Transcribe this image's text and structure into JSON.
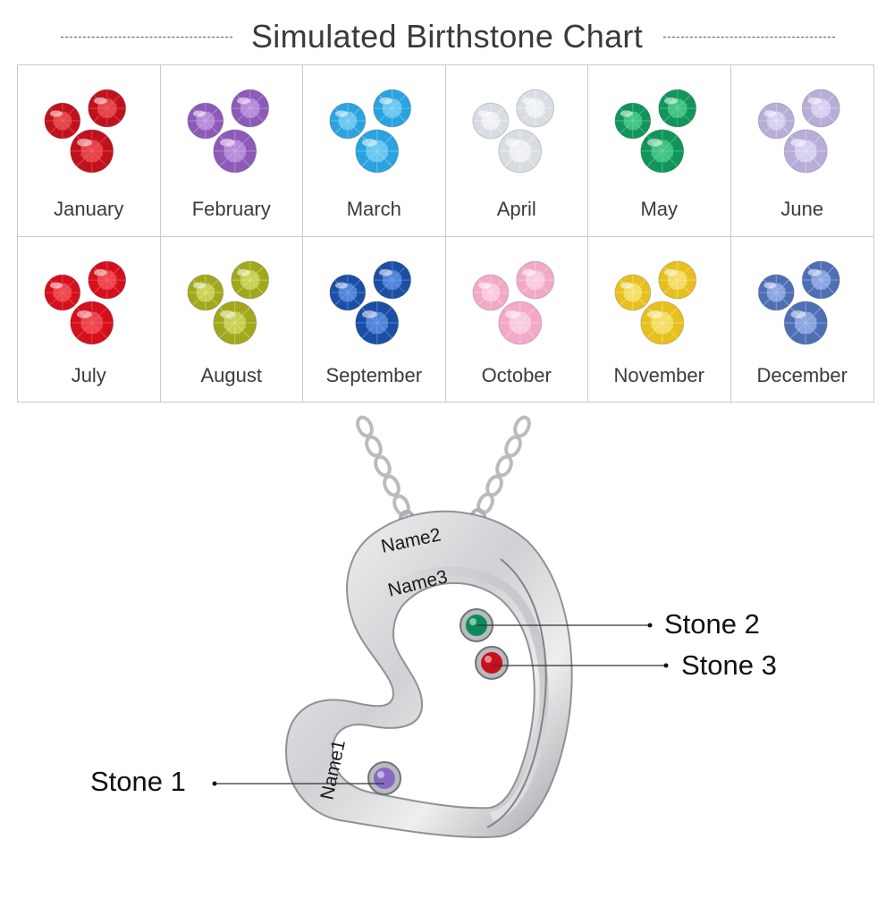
{
  "header": {
    "title": "Simulated Birthstone Chart"
  },
  "months": [
    {
      "label": "January",
      "color": "#c0121d",
      "light": "#ff6d6d"
    },
    {
      "label": "February",
      "color": "#8d5ab8",
      "light": "#d7b7f2"
    },
    {
      "label": "March",
      "color": "#2aa3de",
      "light": "#9fe3ff"
    },
    {
      "label": "April",
      "color": "#d8dde3",
      "light": "#ffffff"
    },
    {
      "label": "May",
      "color": "#11955b",
      "light": "#6fe6a8"
    },
    {
      "label": "June",
      "color": "#b8acd9",
      "light": "#f0ecff"
    },
    {
      "label": "July",
      "color": "#d4101d",
      "light": "#ff7373"
    },
    {
      "label": "August",
      "color": "#a1a81e",
      "light": "#e9ef8a"
    },
    {
      "label": "September",
      "color": "#1c4fa3",
      "light": "#7fb0ff"
    },
    {
      "label": "October",
      "color": "#f2a9c7",
      "light": "#ffe6f1"
    },
    {
      "label": "November",
      "color": "#e7c01f",
      "light": "#fff2a3"
    },
    {
      "label": "December",
      "color": "#4f6fb4",
      "light": "#bcd0ff"
    }
  ],
  "pendant": {
    "engraving_1": "Name1",
    "engraving_2": "Name2",
    "engraving_3": "Name3",
    "stones": [
      {
        "label": "Stone 1",
        "color": "#8a6ac0"
      },
      {
        "label": "Stone 2",
        "color": "#0e8a5a"
      },
      {
        "label": "Stone 3",
        "color": "#c8101c"
      }
    ]
  }
}
